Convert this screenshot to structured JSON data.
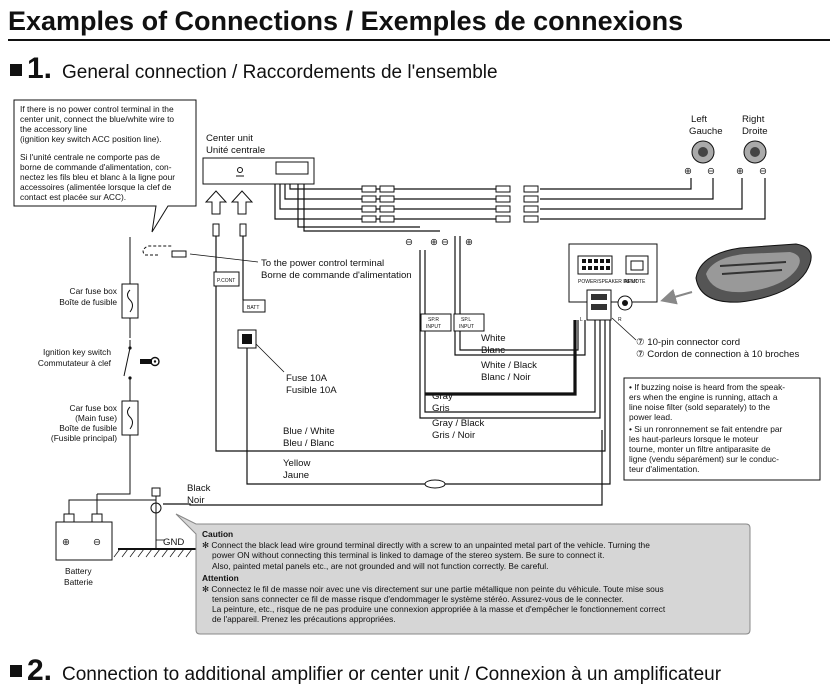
{
  "title": "Examples of Connections / Exemples de connexions",
  "section1": {
    "number": "1.",
    "label": "General connection / Raccordements de l'ensemble"
  },
  "section2": {
    "number": "2.",
    "label": "Connection to additional amplifier or center unit / Connexion à un amplificateur"
  },
  "note_box": [
    "If there is no power control terminal in the",
    "center unit, connect the blue/white wire to",
    "the accessory line",
    "(ignition key switch ACC position line).",
    "Si l'unité centrale ne comporte pas de",
    "borne de commande d'alimentation, con-",
    "nectez les fils bleu et blanc à la ligne pour",
    "accessoires (alimentée lorsque la clef de",
    "contact est placée sur ACC)."
  ],
  "center_unit": [
    "Center unit",
    "Unité centrale"
  ],
  "left_speaker": [
    "Left",
    "Gauche"
  ],
  "right_speaker": [
    "Right",
    "Droite"
  ],
  "plus_sign": "⊕",
  "minus_sign": "⊖",
  "power_control": [
    "To the power control terminal",
    "Borne de commande d'alimentation"
  ],
  "fuse_box": [
    "Car fuse box",
    "Boîte de fusible"
  ],
  "ignition": [
    "Ignition key switch",
    "Commutateur à clef"
  ],
  "main_fuse": [
    "Car fuse box",
    "(Main fuse)",
    "Boîte de fusible",
    "(Fusible principal)"
  ],
  "pcont_label": "P.CONT",
  "batt_label": "BATT",
  "fuse": [
    "Fuse 10A",
    "Fusible 10A"
  ],
  "spr_input": [
    "SP.R",
    "INPUT"
  ],
  "spl_input": [
    "SP.L",
    "INPUT"
  ],
  "white": [
    "White",
    "Blanc"
  ],
  "white_black": [
    "White / Black",
    "Blanc / Noir"
  ],
  "gray": [
    "Gray",
    "Gris"
  ],
  "gray_black": [
    "Gray / Black",
    "Gris / Noir"
  ],
  "blue_white": [
    "Blue / White",
    "Bleu / Blanc"
  ],
  "yellow": [
    "Yellow",
    "Jaune"
  ],
  "black": [
    "Black",
    "Noir"
  ],
  "gnd": "GND",
  "battery": [
    "Battery",
    "Batterie"
  ],
  "amp_panel": {
    "left": "POWER/SPEAKER INPUT",
    "right": "REMOTE",
    "sub1": "L",
    "sub2": "R"
  },
  "connector_cord": [
    "⑦  10-pin connector cord",
    "⑦  Cordon de connection à 10 broches"
  ],
  "buzz_note": [
    "• If buzzing noise is heard from the speak-",
    "ers when the engine is running, attach a",
    "line noise filter (sold separately) to the",
    "power lead.",
    "• Si un ronronnement se fait entendre par",
    "les haut-parleurs lorsque le moteur",
    "tourne, monter un filtre antiparasite de",
    "ligne (vendu séparément) sur le conduc-",
    "teur d'alimentation."
  ],
  "caution": {
    "heading": "Caution",
    "lines": [
      "✻ Connect the black lead wire ground terminal directly with a screw to an unpainted metal part of the vehicle. Turning the",
      "power ON without connecting this terminal is linked to damage of the stereo system. Be sure to connect it.",
      "Also, painted metal panels etc., are not grounded and will not function correctly. Be careful."
    ]
  },
  "attention": {
    "heading": "Attention",
    "lines": [
      "✻ Connectez le fil de masse noir avec une vis directement sur une partie métallique non peinte du véhicule. Toute mise sous",
      "tension sans connecter ce fil de masse risque d'endommager le système stéréo. Assurez-vous de le connecter.",
      "La peinture, etc., risque de ne pas produire une connexion appropriée à la masse et d'empêcher le fonctionnement correct",
      "de l'appareil. Prenez les précautions appropriées."
    ]
  }
}
